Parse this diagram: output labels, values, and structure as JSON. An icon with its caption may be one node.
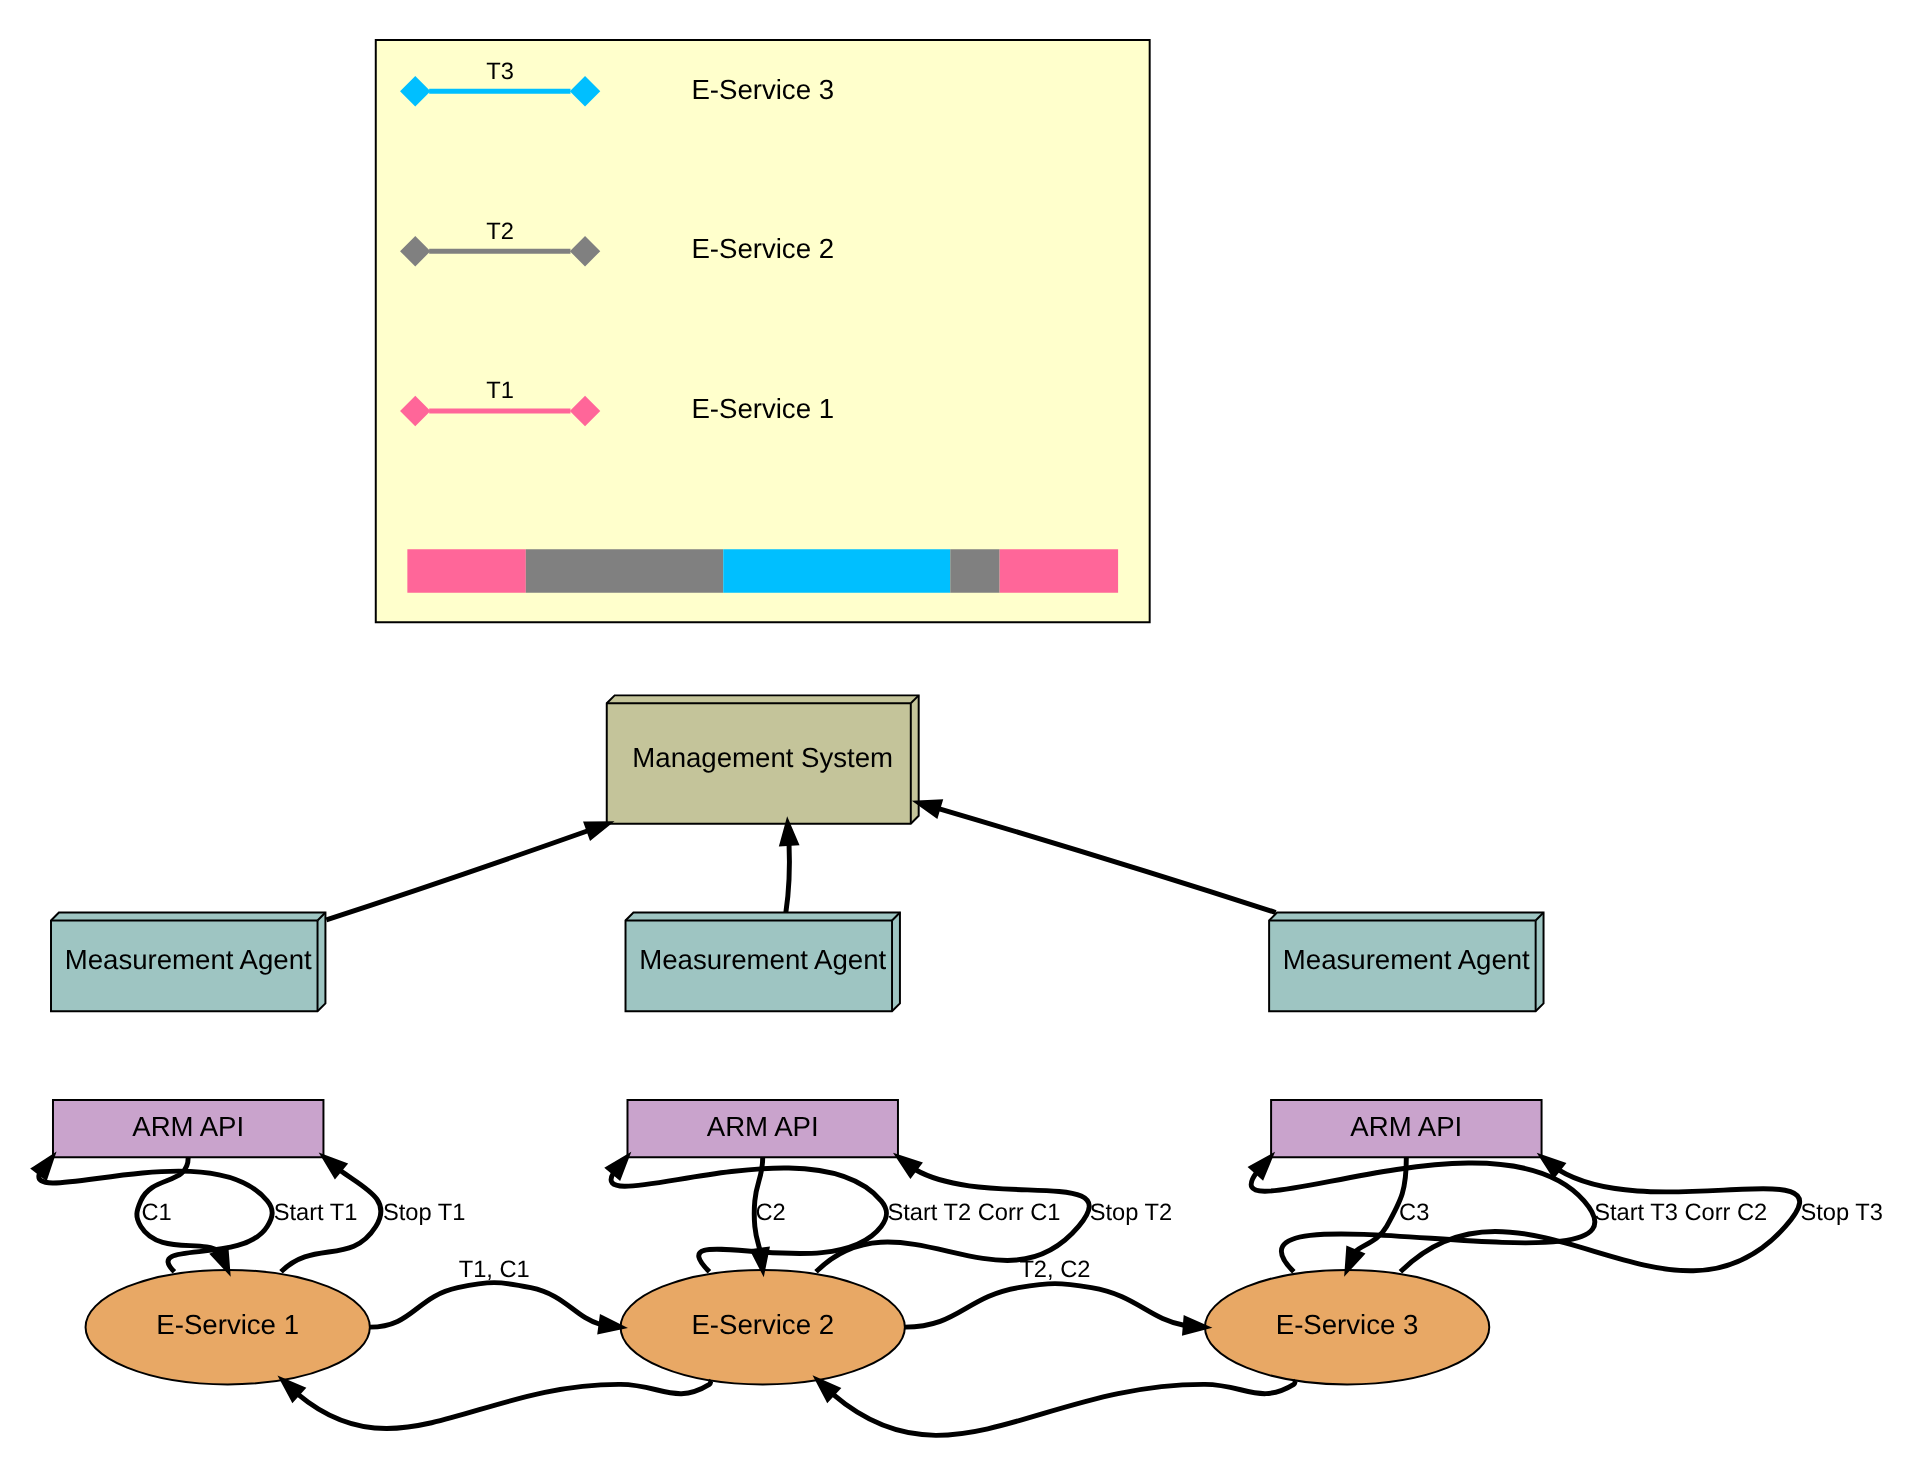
{
  "diagram": {
    "nodes": [
      {
        "text": [],
        "shape": "box"
      },
      {
        "text": [],
        "shape": "diamond",
        "in": 0
      },
      {
        "text": [],
        "shape": "diamond",
        "in": 0
      },
      {
        "text": [],
        "shape": "diamond",
        "in": 0
      },
      {
        "text": [],
        "shape": "diamond",
        "in": 0
      },
      {
        "text": [],
        "shape": "diamond",
        "in": 0
      },
      {
        "text": [],
        "shape": "diamond",
        "in": 0
      },
      {
        "text": [],
        "shape": "bar",
        "in": 0
      },
      {
        "text": [
          "Management System"
        ]
      },
      {
        "text": [
          "Measurement Agent"
        ]
      },
      {
        "text": [
          "ARM API"
        ]
      },
      {
        "text": [
          "Measurement Agent"
        ]
      },
      {
        "text": [
          "ARM API"
        ]
      },
      {
        "text": [
          "Measurement Agent"
        ]
      },
      {
        "text": [
          "ARM API"
        ]
      },
      {
        "text": [
          "E-Service 1"
        ]
      },
      {
        "text": [
          "E-Service 2"
        ]
      },
      {
        "text": [
          "E-Service 3"
        ]
      }
    ],
    "edges": [
      {
        "from": 1,
        "to": 2,
        "arrow": "none",
        "label": "T3",
        "color": "#00bfff"
      },
      {
        "from": 3,
        "to": 4,
        "arrow": "none",
        "label": "T2",
        "color": "#808080"
      },
      {
        "from": 5,
        "to": 6,
        "arrow": "none",
        "label": "T1",
        "color": "#ff6699"
      },
      {
        "from": 9,
        "to": 8,
        "arrow": "to"
      },
      {
        "from": 11,
        "to": 8,
        "arrow": "to"
      },
      {
        "from": 13,
        "to": 8,
        "arrow": "to"
      },
      {
        "from": 15,
        "to": 10,
        "arrow": "to",
        "label": "Start T1"
      },
      {
        "from": 10,
        "to": 15,
        "arrow": "to",
        "label": "C1"
      },
      {
        "from": 15,
        "to": 10,
        "arrow": "to",
        "label": "Stop T1"
      },
      {
        "from": 16,
        "to": 12,
        "arrow": "to",
        "label": "Start T2 Corr C1"
      },
      {
        "from": 12,
        "to": 16,
        "arrow": "to",
        "label": "C2"
      },
      {
        "from": 16,
        "to": 12,
        "arrow": "to",
        "label": "Stop T2"
      },
      {
        "from": 17,
        "to": 14,
        "arrow": "to",
        "label": "Start T3 Corr C2"
      },
      {
        "from": 14,
        "to": 17,
        "arrow": "to",
        "label": "C3"
      },
      {
        "from": 17,
        "to": 14,
        "arrow": "to",
        "label": "Stop T3"
      },
      {
        "from": 15,
        "to": 16,
        "arrow": "to",
        "label": "T1, C1"
      },
      {
        "from": 16,
        "to": 15,
        "arrow": "to"
      },
      {
        "from": 16,
        "to": 17,
        "arrow": "to",
        "label": "T2, C2"
      },
      {
        "from": 17,
        "to": 16,
        "arrow": "to"
      }
    ],
    "labels": [
      "E-Service 3",
      "E-Service 2",
      "E-Service 1"
    ]
  }
}
